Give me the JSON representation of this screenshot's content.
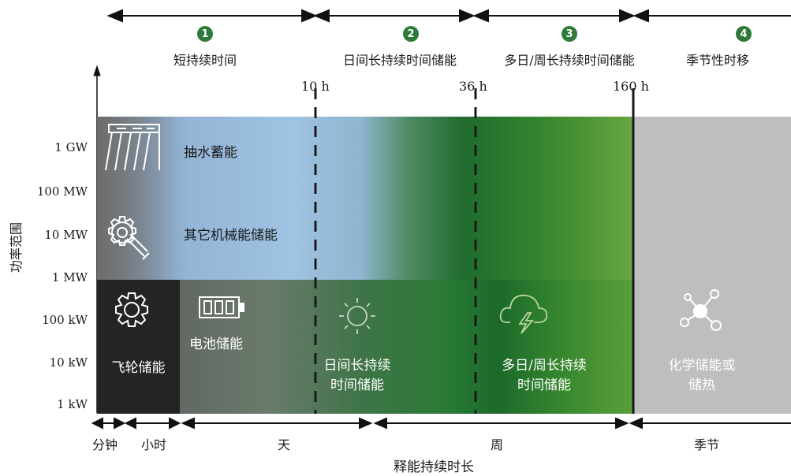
{
  "categories": [
    {
      "num": "1",
      "label": "短持续时间"
    },
    {
      "num": "2",
      "label": "日间长持续时间储能"
    },
    {
      "num": "3",
      "label": "多日/周长持续时间储能"
    },
    {
      "num": "4",
      "label": "季节性时移"
    }
  ],
  "power_axis": {
    "title": "功率范围",
    "ticks": [
      "1 GW",
      "100 MW",
      "10 MW",
      "1 MW",
      "100 kW",
      "10 kW",
      "1 kW"
    ]
  },
  "duration_marks": [
    "10 h",
    "36 h",
    "160 h"
  ],
  "regions": {
    "pumped_hydro": "抽水蓄能",
    "other_mechanical": "其它机械能储能",
    "flywheel": "飞轮储能",
    "battery": "电池储能",
    "daily_line1": "日间长持续",
    "daily_line2": "时间储能",
    "multiday_line1": "多日/周长持续",
    "multiday_line2": "时间储能",
    "chemical_line1": "化学储能或",
    "chemical_line2": "储热"
  },
  "time_scale": [
    "分钟",
    "小时",
    "天",
    "周",
    "季节"
  ],
  "x_axis_title": "释能持续时长",
  "colors": {
    "badge": "#2e7a3a",
    "blue": "#9cc2e0",
    "dark_green": "#1f6b2e",
    "light_green": "#7ab648",
    "gray": "#bdbdbd",
    "flywheel": "#232323"
  }
}
